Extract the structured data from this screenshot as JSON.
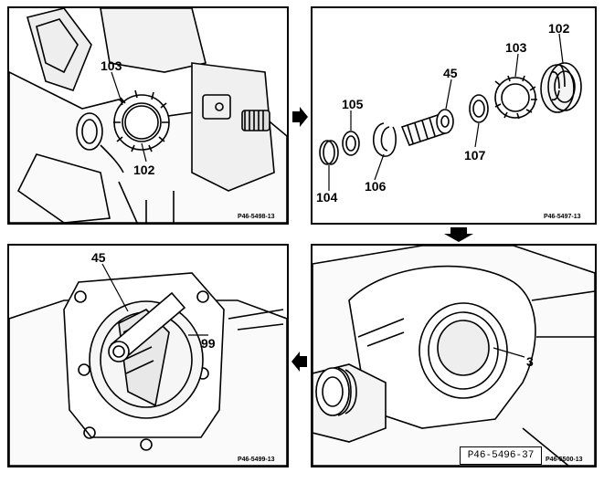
{
  "panels": [
    {
      "id": "p1",
      "ref": "P46-5498-13",
      "labels": [
        "103",
        "102"
      ]
    },
    {
      "id": "p2",
      "ref": "P46-5497-13",
      "labels": [
        "105",
        "45",
        "103",
        "102",
        "104",
        "106",
        "107"
      ]
    },
    {
      "id": "p3",
      "ref": "P46-5499-13",
      "labels": [
        "45",
        "99"
      ]
    },
    {
      "id": "p4",
      "ref": "P46-5500-13",
      "labels": [
        "3"
      ]
    }
  ],
  "stamp": "P46-5496-37",
  "colors": {
    "ink": "#000000",
    "paper": "#ffffff"
  },
  "flow_arrows": [
    "arrow-right",
    "arrow-down",
    "arrow-left"
  ]
}
